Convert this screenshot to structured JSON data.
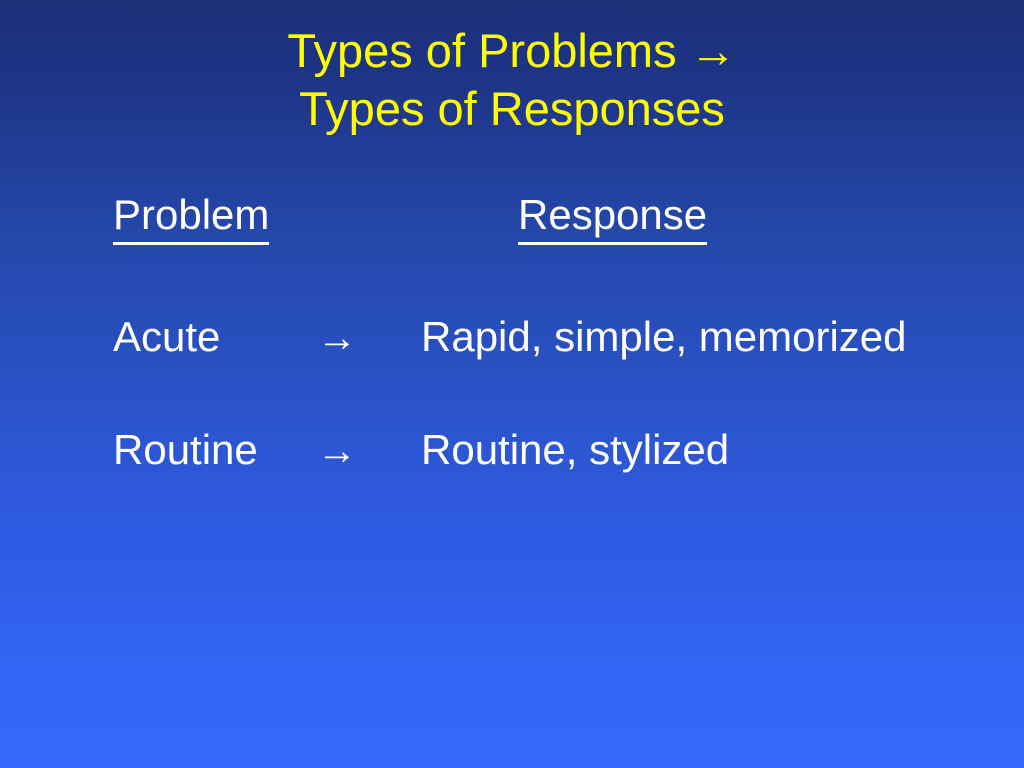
{
  "slide": {
    "title_line_1": "Types of Problems →",
    "title_line_2": "Types of Responses",
    "title_color": "#ffff00",
    "text_color": "#ffffff",
    "background_top_color": "#1b2f78",
    "background_bottom_color": "#3568fc"
  },
  "table": {
    "headers": {
      "problem": "Problem",
      "response": "Response"
    },
    "rows": [
      {
        "problem": "Acute",
        "arrow": "→",
        "response": "Rapid, simple, memorized"
      },
      {
        "problem": "Routine",
        "arrow": "→",
        "response": "Routine, stylized"
      }
    ]
  },
  "icons": {
    "title_arrow": "→"
  }
}
